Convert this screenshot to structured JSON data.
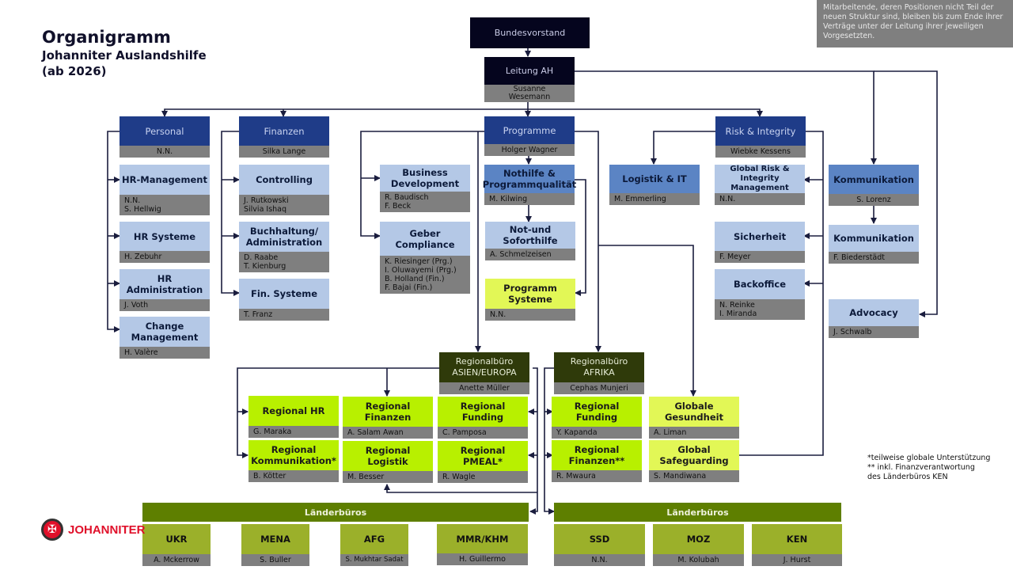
{
  "title": {
    "main": "Organigramm",
    "sub1": "Johanniter Auslandshilfe",
    "sub2": "(ab 2026)"
  },
  "note": "Mitarbeitende, deren Positionen nicht Teil der neuen Struktur sind, bleiben bis zum Ende ihrer Verträge unter der Leitung ihrer jeweiligen Vorgesetzten.",
  "footnotes": {
    "line1": "*teilweise globale Unterstützung",
    "line2": "** inkl. Finanzverantwortung",
    "line3": "des Länderbüros KEN"
  },
  "logo": {
    "text": "JOHANNITER",
    "icon": "maltese-cross-icon"
  },
  "nodes": {
    "bundesvorstand": {
      "title": "Bundesvorstand"
    },
    "leitung": {
      "title": "Leitung AH",
      "person": "Susanne Wesemann"
    },
    "personal": {
      "title": "Personal",
      "person": "N.N."
    },
    "hr_management": {
      "title": "HR-Management",
      "person": "N.N.\nS. Hellwig"
    },
    "hr_systeme": {
      "title": "HR Systeme",
      "person": "H. Zebuhr"
    },
    "hr_admin": {
      "title": "HR Administration",
      "person": "J. Voth"
    },
    "change": {
      "title": "Change Management",
      "person": "H. Valère"
    },
    "finanzen": {
      "title": "Finanzen",
      "person": "Silka Lange"
    },
    "controlling": {
      "title": "Controlling",
      "person": "J. Rutkowski\nSilvia Ishaq"
    },
    "buchhaltung": {
      "title": "Buchhaltung/ Administration",
      "person": "D. Raabe\nT. Kienburg"
    },
    "fin_systeme": {
      "title": "Fin. Systeme",
      "person": "T. Franz"
    },
    "programme": {
      "title": "Programme",
      "person": "Holger Wagner"
    },
    "business_dev": {
      "title": "Business Development",
      "person": "R. Baudisch\nF. Beck"
    },
    "geber": {
      "title": "Geber Compliance",
      "person": "K. Riesinger (Prg.)\nI. Oluwayemi (Prg.)\nB. Holland (Fin.)\nF. Bajai (Fin.)"
    },
    "nothilfe": {
      "title": "Nothilfe & Programmqualität",
      "person": "M. Kilwing"
    },
    "soforthilfe": {
      "title": "Not-und Soforthilfe",
      "person": "A. Schmelzeisen"
    },
    "programm_systeme": {
      "title": "Programm Systeme",
      "person": "N.N."
    },
    "risk": {
      "title": "Risk & Integrity",
      "person": "Wiebke Kessens"
    },
    "logistik_it": {
      "title": "Logistik & IT",
      "person": "M. Emmerling"
    },
    "global_risk": {
      "title": "Global Risk & Integrity Management",
      "person": "N.N."
    },
    "sicherheit": {
      "title": "Sicherheit",
      "person": "F. Meyer"
    },
    "backoffice": {
      "title": "Backoffice",
      "person": "N. Reinke\nI. Miranda"
    },
    "kommunikation": {
      "title": "Kommunikation",
      "person": "S. Lorenz"
    },
    "kommunikation2": {
      "title": "Kommunikation",
      "person": "F. Biederstädt"
    },
    "advocacy": {
      "title": "Advocacy",
      "person": "J. Schwalb"
    },
    "rb_asien": {
      "title": "Regionalbüro ASIEN/EUROPA",
      "person": "Anette Müller"
    },
    "rb_afrika": {
      "title": "Regionalbüro AFRIKA",
      "person": "Cephas Munjeri"
    },
    "reg_hr": {
      "title": "Regional HR",
      "person": "G. Maraka"
    },
    "reg_fin_asien": {
      "title": "Regional Finanzen",
      "person": "A. Salam Awan"
    },
    "reg_fund_asien": {
      "title": "Regional Funding",
      "person": "C. Pamposa"
    },
    "reg_komm": {
      "title": "Regional Kommunikation*",
      "person": "B. Kötter"
    },
    "reg_log": {
      "title": "Regional Logistik",
      "person": "M. Besser"
    },
    "reg_pmeal": {
      "title": "Regional PMEAL*",
      "person": "R.  Wagle"
    },
    "reg_fund_afrika": {
      "title": "Regional Funding",
      "person": "Y. Kapanda"
    },
    "reg_fin_afrika": {
      "title": "Regional Finanzen**",
      "person": "R. Mwaura"
    },
    "glob_gesundheit": {
      "title": "Globale Gesundheit",
      "person": "A. Liman"
    },
    "glob_safeguarding": {
      "title": "Global Safeguarding",
      "person": "S. Mandiwana"
    }
  },
  "laenderbueros_left": {
    "label": "Länderbüros",
    "offices": [
      {
        "code": "UKR",
        "person": "A. Mckerrow"
      },
      {
        "code": "MENA",
        "person": "S. Buller"
      },
      {
        "code": "AFG",
        "person": "S. Mukhtar Sadat"
      },
      {
        "code": "MMR/KHM",
        "person": "H. Guillermo"
      }
    ]
  },
  "laenderbueros_right": {
    "label": "Länderbüros",
    "offices": [
      {
        "code": "SSD",
        "person": "N.N."
      },
      {
        "code": "MOZ",
        "person": "M. Kolubah"
      },
      {
        "code": "KEN",
        "person": "J. Hurst"
      }
    ]
  }
}
